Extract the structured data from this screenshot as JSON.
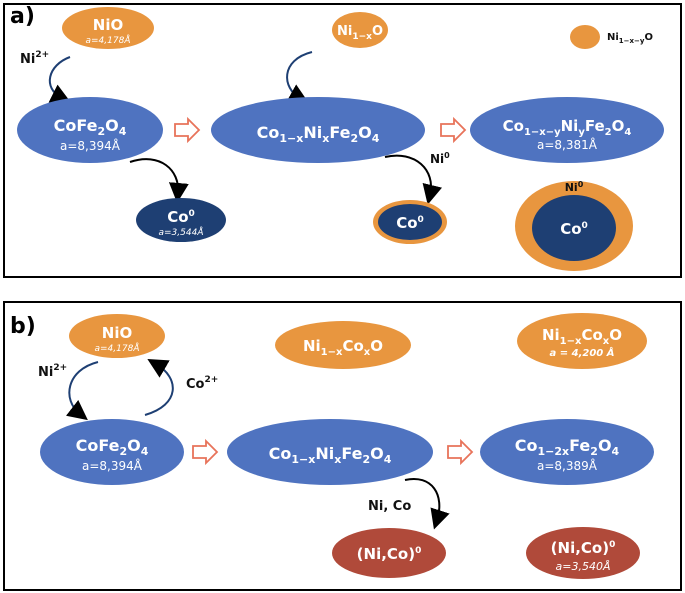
{
  "panel_a": {
    "label": "a)",
    "nio": {
      "formula": "NiO",
      "param": "a=4,178Å"
    },
    "ni_ion": {
      "base": "Ni",
      "sup": "2+"
    },
    "cofe2o4": {
      "formula": "CoFe",
      "sub": "2",
      "tail": "O",
      "sub2": "4",
      "param": "a=8,394Å"
    },
    "ni1xo": {
      "p1": "Ni",
      "s1": "1−x",
      "p2": "O"
    },
    "co1xnixfe2o4": {
      "p1": "Co",
      "s1": "1−x",
      "p2": "Ni",
      "s2": "x",
      "p3": "Fe",
      "s3": "2",
      "p4": "O",
      "s4": "4"
    },
    "co1xynixfe2o4": {
      "p1": "Co",
      "s1": "1−x−y",
      "p2": "Ni",
      "s2": "y",
      "p3": "Fe",
      "s3": "2",
      "p4": "O",
      "s4": "4",
      "param": "a=8,381Å"
    },
    "legend_small": {
      "p1": "Ni",
      "s1": "1−x−y",
      "p2": "O"
    },
    "co0": {
      "base": "Co",
      "sup": "0",
      "param": "a=3,544Å"
    },
    "ni0_arrow": {
      "base": "Ni",
      "sup": "0"
    },
    "co0_shell": {
      "base": "Co",
      "sup": "0"
    },
    "big_shell": {
      "shell_base": "Ni",
      "shell_sup": "0",
      "core_base": "Co",
      "core_sup": "0"
    }
  },
  "panel_b": {
    "label": "b)",
    "nio": {
      "formula": "NiO",
      "param": "a=4,178Å"
    },
    "ni_ion": {
      "base": "Ni",
      "sup": "2+"
    },
    "co_ion": {
      "base": "Co",
      "sup": "2+"
    },
    "cofe2o4": {
      "formula": "CoFe",
      "sub": "2",
      "tail": "O",
      "sub2": "4",
      "param": "a=8,394Å"
    },
    "ni1xcoxo_mid": {
      "p1": "Ni",
      "s1": "1−x",
      "p2": "Co",
      "s2": "x",
      "p3": "O"
    },
    "ni1xcoxo_right": {
      "p1": "Ni",
      "s1": "1−x",
      "p2": "Co",
      "s2": "x",
      "p3": "O",
      "param": "a = 4,200 Å"
    },
    "co1xnixfe2o4": {
      "p1": "Co",
      "s1": "1−x",
      "p2": "Ni",
      "s2": "x",
      "p3": "Fe",
      "s3": "2",
      "p4": "O",
      "s4": "4"
    },
    "co12xfe2o4": {
      "p1": "Co",
      "s1": "1−2x",
      "p2": "Fe",
      "s2": "2",
      "p3": "O",
      "s3": "4",
      "param": "a=8,389Å"
    },
    "nico_arrow": "Ni, Co",
    "nico0_left": {
      "base": "(Ni,Co)",
      "sup": "0"
    },
    "nico0_right": {
      "base": "(Ni,Co)",
      "sup": "0",
      "param": "a=3,540Å"
    }
  },
  "colors": {
    "orange": "#E8963F",
    "blue": "#4F73C0",
    "navy": "#1E3F73",
    "red": "#B04A3A",
    "arrow_outline": "#E8735A"
  }
}
